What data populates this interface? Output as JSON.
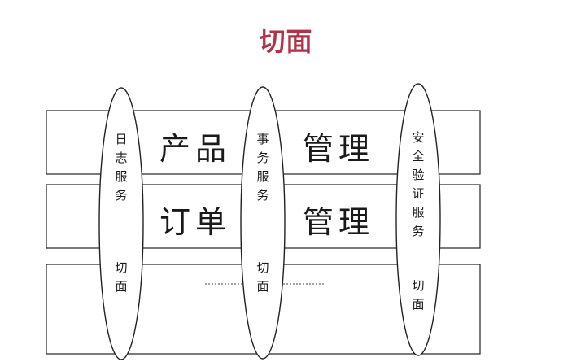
{
  "title": "切面",
  "bands": [
    {
      "left_text": "产品",
      "right_text": "管理"
    },
    {
      "left_text": "订单",
      "right_text": "管理"
    },
    {
      "left_text": "",
      "right_text": ""
    }
  ],
  "aspects": [
    {
      "service": "日志服务",
      "suffix": "切面"
    },
    {
      "service": "事务服务",
      "suffix": "切面"
    },
    {
      "service": "安全验证服务",
      "suffix": "切面"
    }
  ]
}
